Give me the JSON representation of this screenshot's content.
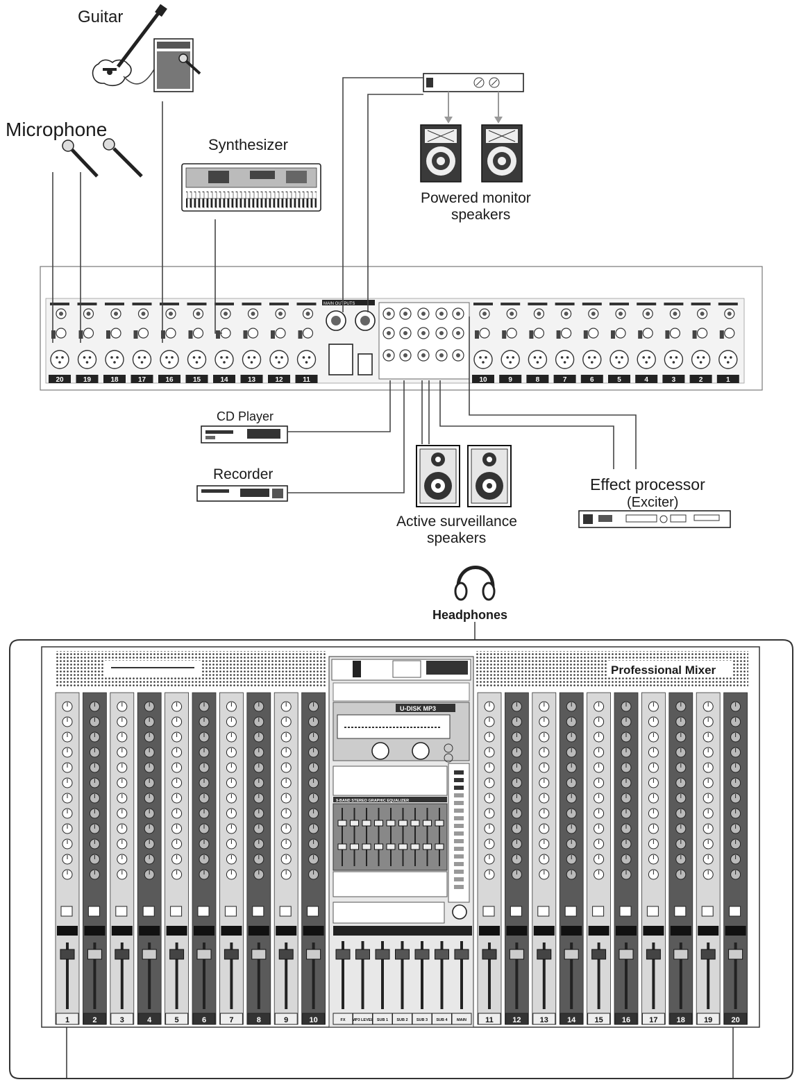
{
  "labels": {
    "guitar": "Guitar",
    "microphone": "Microphone",
    "synthesizer": "Synthesizer",
    "powered_monitor_line1": "Powered monitor",
    "powered_monitor_line2": "speakers",
    "cd_player": "CD Player",
    "recorder": "Recorder",
    "active_surv_line1": "Active surveillance",
    "active_surv_line2": "speakers",
    "effect_line1": "Effect processor",
    "effect_line2": "(Exciter)",
    "headphones": "Headphones",
    "mixer_brand": "Professional Mixer",
    "usb_panel": "U-DISK MP3",
    "eq_title": "9-BAND STEREO GRAPHIC EQUALIZER",
    "main_outputs": "MAIN OUTPUTS"
  },
  "rear_left_channels": [
    "20",
    "19",
    "18",
    "17",
    "16",
    "15",
    "14",
    "13",
    "12",
    "11"
  ],
  "rear_right_channels": [
    "10",
    "9",
    "8",
    "7",
    "6",
    "5",
    "4",
    "3",
    "2",
    "1"
  ],
  "front_left_channels": [
    "1",
    "2",
    "3",
    "4",
    "5",
    "6",
    "7",
    "8",
    "9",
    "10"
  ],
  "front_right_channels": [
    "11",
    "12",
    "13",
    "14",
    "15",
    "16",
    "17",
    "18",
    "19",
    "20"
  ],
  "master_section_labels": [
    "FX",
    "MP3 LEVEL",
    "SUB 1",
    "SUB 2",
    "SUB 3",
    "SUB 4",
    "MAIN"
  ]
}
